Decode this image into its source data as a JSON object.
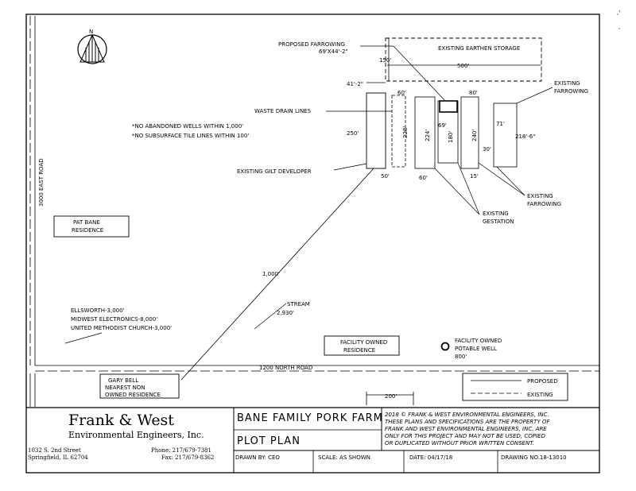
{
  "north_label": "N",
  "notes": {
    "wells": "*NO ABANDONED WELLS WITHIN 1,000'",
    "tile": "*NO SUBSURFACE TILE LINES WITHIN 100'"
  },
  "labels": {
    "proposed_farrowing_1": "PROPOSED FARROWING",
    "proposed_farrowing_2": "69'X44'-2\"",
    "earthen_storage": "EXISTING EARTHEN STORAGE",
    "waste_drain": "WASTE DRAIN LINES",
    "gilt_developer": "EXISTING GILT DEVELOPER",
    "existing_farrowing_top_1": "EXISTING",
    "existing_farrowing_top_2": "FARROWING",
    "existing_farrowing_bot_1": "EXISTING",
    "existing_farrowing_bot_2": "FARROWING",
    "existing_gestation_1": "EXISTING",
    "existing_gestation_2": "GESTATION",
    "road_vertical": "3000 EAST ROAD",
    "road_horizontal": "1200 NORTH ROAD",
    "pat_bane_1": "PAT BANE",
    "pat_bane_2": "RESIDENCE",
    "facility_residence_1": "FACILITY OWNED",
    "facility_residence_2": "RESIDENCE",
    "potable_well_1": "FACILITY OWNED",
    "potable_well_2": "POTABLE WELL",
    "potable_well_3": "800'",
    "stream_1": "STREAM",
    "stream_2": "2,930'",
    "ellsworth": "ELLSWORTH-3,000'",
    "midwest": "MIDWEST ELECTRONICS-8,000'",
    "church": "UNITED METHODIST CHURCH-3,000'",
    "gary_1": "GARY BELL",
    "gary_2": "NEAREST NON",
    "gary_3": "OWNED RESIDENCE",
    "legend_proposed": "PROPOSED",
    "legend_existing": "EXISTING"
  },
  "dimensions": {
    "d150": "150'",
    "d500": "500'",
    "d41": "41'-2\"",
    "d60a": "60'",
    "d80": "80'",
    "d250": "250'",
    "d228": "228'",
    "d224": "224'",
    "d69": "69'",
    "d180": "180'",
    "d240": "240'",
    "d71": "71'",
    "d218": "218'-6\"",
    "d30": "30'",
    "d50": "50'",
    "d60b": "60'",
    "d15": "15'",
    "d1000": "1,000'",
    "d200": "200'"
  },
  "title_block": {
    "company": "Frank & West",
    "subtitle": "Environmental Engineers, Inc.",
    "address_1": "1032 S. 2nd Street",
    "address_2": "Springfield, IL 62704",
    "phone": "Phone: 217/679-7381",
    "fax": "Fax: 217/679-8362",
    "project": "BANE FAMILY PORK FARM",
    "sheet": "PLOT PLAN",
    "copyright_1": "2018 © FRANK & WEST ENVIRONMENTAL ENGINEERS, INC.",
    "copyright_2": "THESE PLANS AND SPECIFICATIONS ARE THE PROPERTY OF",
    "copyright_3": "FRANK AND WEST ENVIRONMENTAL ENGINEERS, INC. ARE",
    "copyright_4": "ONLY FOR THIS PROJECT AND MAY NOT BE USED, COPIED",
    "copyright_5": "OR DUPLICATED WITHOUT PRIOR WRITTEN CONSENT.",
    "drawn_by": "DRAWN BY: CEO",
    "scale": "SCALE: AS SHOWN",
    "date": "DATE:  04/17/18",
    "drawing_no": "DRAWING NO.18-13010"
  },
  "corner_mark": ",'"
}
